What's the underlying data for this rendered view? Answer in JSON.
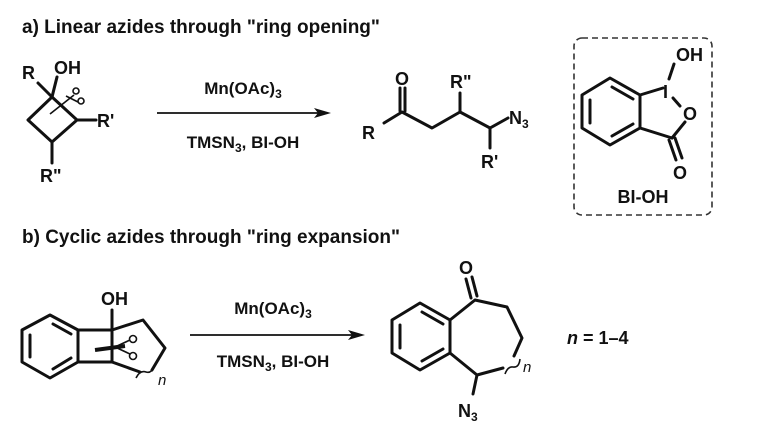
{
  "panel_a": {
    "title": "a) Linear azides through \"ring opening\"",
    "reactant": {
      "labels": {
        "r": "R",
        "oh": "OH",
        "r_prime": "R'",
        "r_double_prime": "R\""
      },
      "cleavage_icon": "scissors-icon"
    },
    "conditions": {
      "reagent_above": "Mn(OAc)",
      "reagent_above_sub": "3",
      "reagent_below_a": "TMSN",
      "reagent_below_sub": "3",
      "reagent_below_b": ", BI-OH"
    },
    "product": {
      "labels": {
        "o": "O",
        "r": "R",
        "r_double_prime": "R\"",
        "n": "N",
        "n_sub": "3",
        "r_prime": "R'"
      }
    },
    "reagent_box": {
      "labels": {
        "oh": "OH",
        "i": "I",
        "o_ring": "O",
        "o_carbonyl": "O"
      },
      "name": "BI-OH"
    }
  },
  "panel_b": {
    "title": "b) Cyclic azides through \"ring expansion\"",
    "reactant": {
      "labels": {
        "oh": "OH",
        "n": "n"
      },
      "cleavage_icon": "scissors-icon"
    },
    "conditions": {
      "reagent_above": "Mn(OAc)",
      "reagent_above_sub": "3",
      "reagent_below_a": "TMSN",
      "reagent_below_sub": "3",
      "reagent_below_b": ", BI-OH"
    },
    "product": {
      "labels": {
        "o": "O",
        "n_ring": "n",
        "n": "N",
        "n_sub": "3"
      }
    },
    "scope": {
      "variable": "n",
      "range": " = 1–4"
    }
  }
}
